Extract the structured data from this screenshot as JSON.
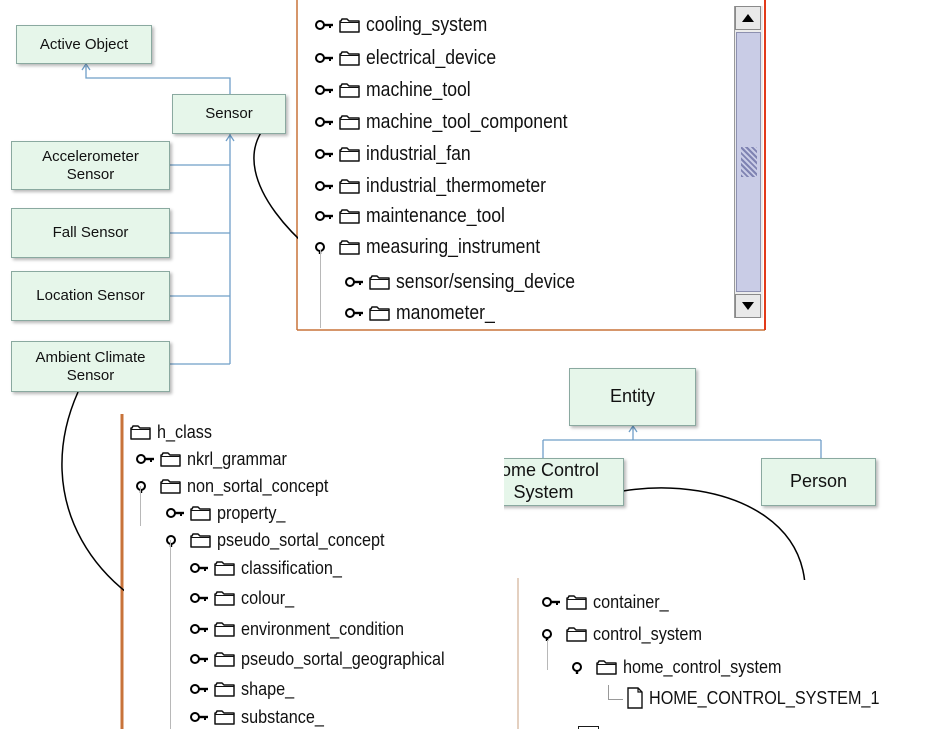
{
  "colors": {
    "box_fill": "#e6f6ea",
    "connector": "#6f9fc8",
    "highlight": "#e0141a",
    "arrow": "#000000",
    "panel_border": "#c8733a"
  },
  "hierarchy_boxes": {
    "active_object": "Active Object",
    "sensor": "Sensor",
    "accelerometer_sensor": "Accelerometer\nSensor",
    "fall_sensor": "Fall  Sensor",
    "location_sensor": "Location Sensor",
    "ambient_climate_sensor": "Ambient Climate\nSensor",
    "entity": "Entity",
    "home_control_system": "Home Control\nSystem",
    "person": "Person"
  },
  "tree_top": {
    "icons": {
      "expander": "expand-key-icon",
      "folder": "folder-icon"
    },
    "items": [
      {
        "label": "cooling_system",
        "expanded": false
      },
      {
        "label": "electrical_device",
        "expanded": false
      },
      {
        "label": "machine_tool",
        "expanded": false
      },
      {
        "label": "machine_tool_component",
        "expanded": false
      },
      {
        "label": "industrial_fan",
        "expanded": false
      },
      {
        "label": "industrial_thermometer",
        "expanded": false
      },
      {
        "label": "maintenance_tool",
        "expanded": false
      },
      {
        "label": "measuring_instrument",
        "expanded": true
      },
      {
        "label": "sensor/sensing_device",
        "expanded": false,
        "highlighted": true
      },
      {
        "label": "manometer_",
        "expanded": false
      }
    ]
  },
  "tree_bottom_left": {
    "items": [
      {
        "label": "h_class",
        "expanded": true
      },
      {
        "label": "nkrl_grammar",
        "expanded": false
      },
      {
        "label": "non_sortal_concept",
        "expanded": true
      },
      {
        "label": "property_",
        "expanded": false
      },
      {
        "label": "pseudo_sortal_concept",
        "expanded": true
      },
      {
        "label": "classification_",
        "expanded": false
      },
      {
        "label": "colour_",
        "expanded": false
      },
      {
        "label": "environment_condition",
        "expanded": false,
        "highlighted": true
      },
      {
        "label": "pseudo_sortal_geographical",
        "expanded": false
      },
      {
        "label": "shape_",
        "expanded": false
      },
      {
        "label": "substance_",
        "expanded": false
      }
    ]
  },
  "tree_bottom_right": {
    "items": [
      {
        "label": "container_",
        "expanded": false
      },
      {
        "label": "control_system",
        "expanded": true
      },
      {
        "label": "home_control_system",
        "expanded": true,
        "highlighted": true
      },
      {
        "label": "HOME_CONTROL_SYSTEM_1",
        "is_instance": true
      }
    ]
  }
}
